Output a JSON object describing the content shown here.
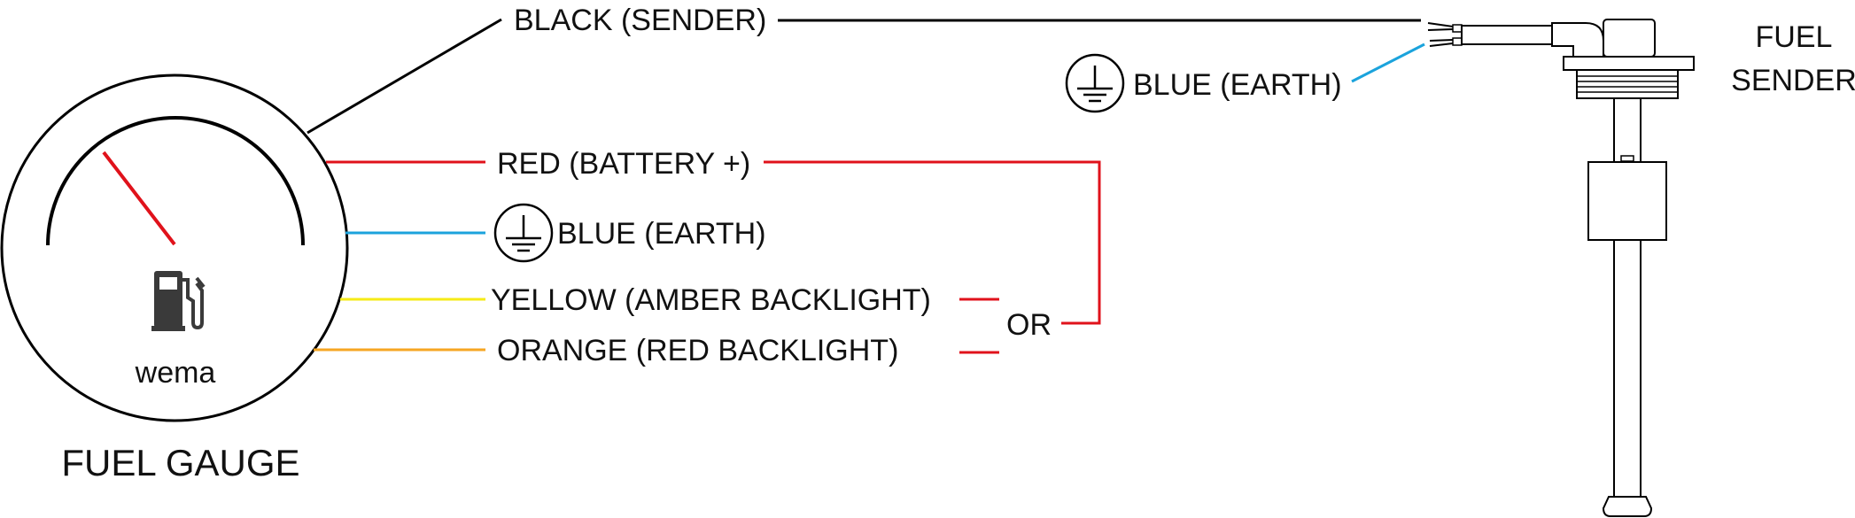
{
  "labels": {
    "black_sender": "BLACK (SENDER)",
    "blue_earth_sender": "BLUE (EARTH)",
    "fuel_sender_line1": "FUEL",
    "fuel_sender_line2": "SENDER",
    "red_battery": "RED (BATTERY +)",
    "blue_earth_gauge": "BLUE (EARTH)",
    "yellow_backlight": "YELLOW (AMBER BACKLIGHT)",
    "orange_backlight": "ORANGE (RED BACKLIGHT)",
    "or": "OR",
    "brand": "wema",
    "fuel_gauge": "FUEL GAUGE"
  },
  "icons": {
    "ground": "ground-symbol-icon",
    "fuel_pump": "fuel-pump-icon"
  },
  "colors": {
    "black_wire": "#000000",
    "red_wire": "#e0121b",
    "blue_wire": "#1ba3dc",
    "yellow_wire": "#f6eb16",
    "orange_wire": "#f6a623",
    "needle": "#e0121b"
  }
}
